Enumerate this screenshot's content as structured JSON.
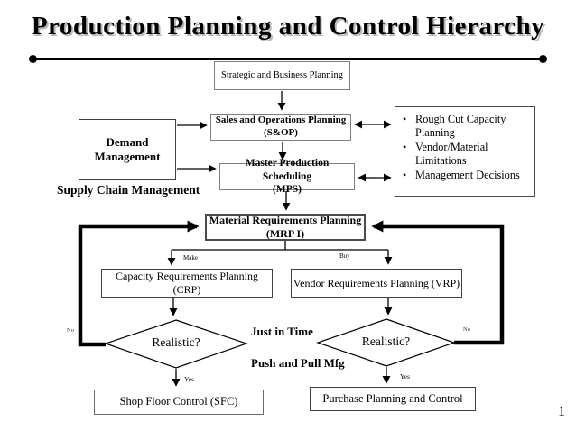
{
  "slide": {
    "title": "Production Planning and Control Hierarchy",
    "page_number": "1"
  },
  "diagram": {
    "boxes": {
      "strategic": "Strategic and Business Planning",
      "sop_line1": "Sales and Operations Planning",
      "sop_line2": "(S&OP)",
      "mps_line1": "Master Production Scheduling",
      "mps_line2": "(MPS)",
      "demand_line1": "Demand",
      "demand_line2": "Management",
      "mrp_line1": "Material Requirements Planning",
      "mrp_line2": "(MRP I)",
      "crp": "Capacity Requirements Planning (CRP)",
      "vrp": "Vendor Requirements Planning (VRP)",
      "sfc": "Shop Floor Control (SFC)",
      "purchase": "Purchase Planning and Control"
    },
    "side_notes": [
      "Rough Cut Capacity Planning",
      "Vendor/Material Limitations",
      "Management Decisions"
    ],
    "bullet_glyph": "•",
    "labels": {
      "supply_chain": "Supply Chain Management",
      "make": "Make",
      "buy": "Buy",
      "no_left": "No",
      "no_right": "No",
      "yes_left": "Yes",
      "yes_right": "Yes",
      "decision_left": "Realistic?",
      "decision_right": "Realistic?",
      "just_in_time": "Just in Time",
      "push_pull": "Push and Pull Mfg"
    },
    "colors": {
      "line": "#000000",
      "box_border_gray": "#7f7f7f",
      "box_border_dark": "#404040",
      "background": "#ffffff",
      "title_text": "#000000"
    }
  }
}
